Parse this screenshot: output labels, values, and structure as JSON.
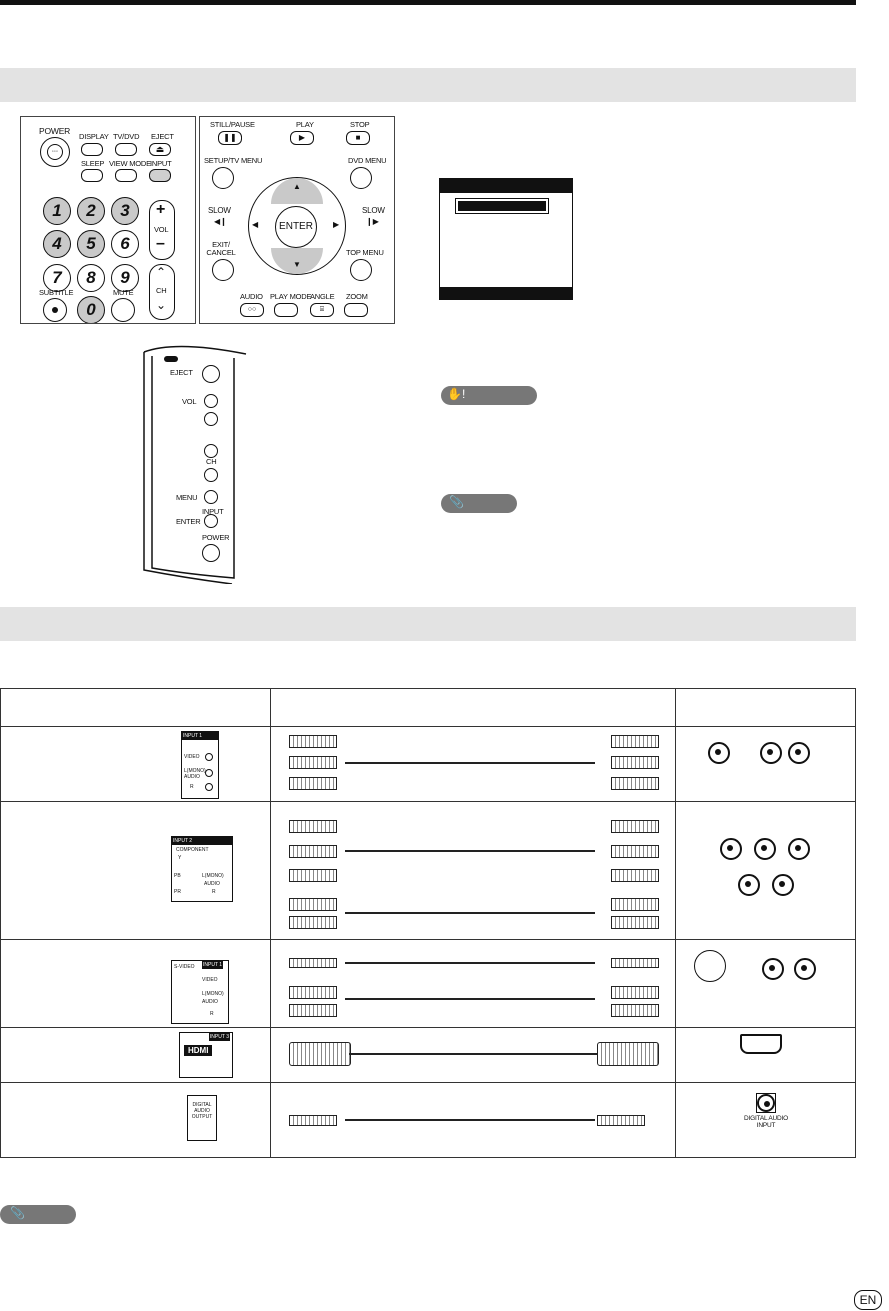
{
  "remote": {
    "power": "POWER",
    "display": "DISPLAY",
    "tv_dvd": "TV/DVD",
    "eject": "EJECT",
    "sleep": "SLEEP",
    "view_mode": "VIEW MODE",
    "input": "INPUT",
    "vol": "VOL",
    "ch": "CH",
    "subtitle": "SUBTITLE",
    "mute": "MUTE",
    "numbers": [
      "1",
      "2",
      "3",
      "4",
      "5",
      "6",
      "7",
      "8",
      "9",
      "0"
    ],
    "still_pause": "STILL/PAUSE",
    "play": "PLAY",
    "stop": "STOP",
    "setup_tv_menu": "SETUP/TV MENU",
    "dvd_menu": "DVD MENU",
    "slow_left": "SLOW",
    "slow_right": "SLOW",
    "enter": "ENTER",
    "exit_cancel": "EXIT/ CANCEL",
    "top_menu": "TOP MENU",
    "audio": "AUDIO",
    "play_mode": "PLAY MODE",
    "angle": "ANGLE",
    "zoom": "ZOOM"
  },
  "tv_side": {
    "eject": "EJECT",
    "vol": "VOL",
    "ch": "CH",
    "menu": "MENU",
    "input": "INPUT",
    "enter": "ENTER",
    "power": "POWER"
  },
  "panels": {
    "input1": "INPUT 1",
    "video": "VIDEO",
    "l_mono": "L(MONO)",
    "audio": "AUDIO",
    "r": "R",
    "input2": "INPUT 2",
    "component": "COMPONENT",
    "y": "Y",
    "pb": "PB",
    "pr": "PR",
    "s_video": "S-VIDEO",
    "input3": "INPUT 3",
    "hdmi": "HDMI",
    "digital_audio_output": "DIGITAL AUDIO OUTPUT"
  },
  "digital_audio_input": "DIGITAL AUDIO INPUT",
  "page_lang": "EN",
  "colors": {
    "band": "#e3e3e3",
    "gray_button": "#c9c9c9",
    "tag": "#777777"
  }
}
